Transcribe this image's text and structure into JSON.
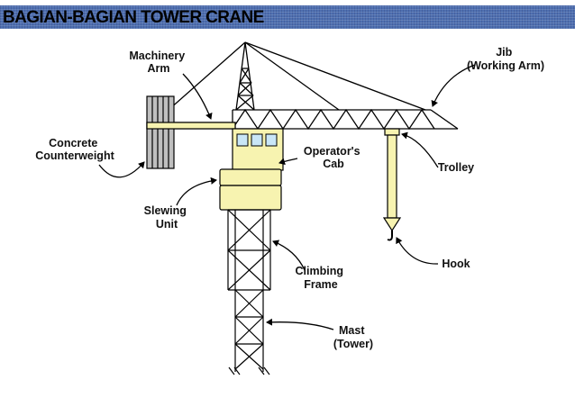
{
  "title": "BAGIAN-BAGIAN TOWER CRANE",
  "colors": {
    "title_bar": "#4e6fb0",
    "part_fill": "#f7f3b0",
    "window_fill": "#c9e6f7",
    "counterweight_fill": "#bfbfbf",
    "line": "#000000"
  },
  "labels": {
    "machinery_arm": [
      "Machinery",
      "Arm"
    ],
    "jib": [
      "Jib",
      "(Working Arm)"
    ],
    "concrete_counterweight": [
      "Concrete",
      "Counterweight"
    ],
    "operators_cab": [
      "Operator's",
      "Cab"
    ],
    "trolley": [
      "Trolley"
    ],
    "slewing_unit": [
      "Slewing",
      "Unit"
    ],
    "hook": [
      "Hook"
    ],
    "climbing_frame": [
      "Climbing",
      "Frame"
    ],
    "mast": [
      "Mast",
      "(Tower)"
    ]
  }
}
